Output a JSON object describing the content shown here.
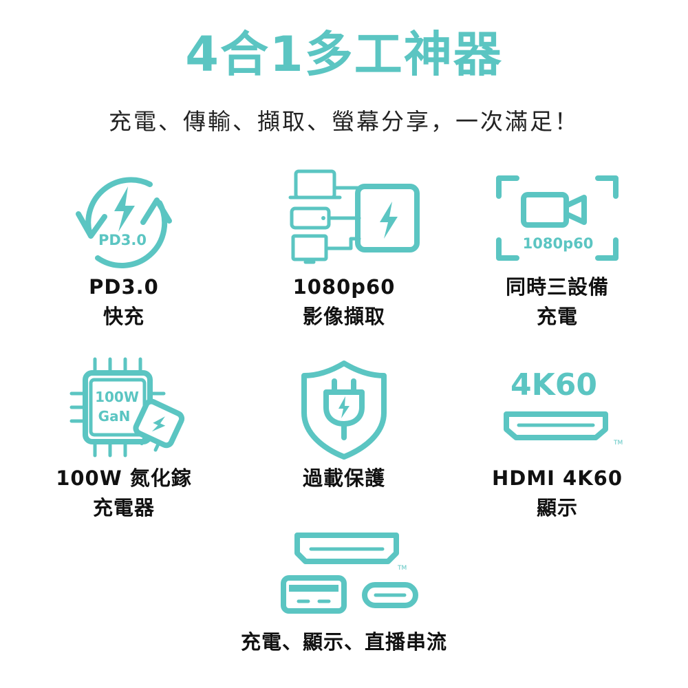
{
  "header": {
    "title": "4合1多工神器",
    "subtitle": "充電、傳輸、擷取、螢幕分享，一次滿足！"
  },
  "features": [
    {
      "icon": "pd-fast-charge-icon",
      "icon_text": "PD3.0",
      "line1": "PD3.0",
      "line2": "快充"
    },
    {
      "icon": "device-charging-hub-icon",
      "line1": "1080p60",
      "line2": "影像擷取"
    },
    {
      "icon": "video-camera-capture-icon",
      "icon_text": "1080p60",
      "line1": "同時三設備",
      "line2": "充電"
    },
    {
      "icon": "gan-chip-charger-icon",
      "icon_text1": "100W",
      "icon_text2": "GaN",
      "line1": "100W 氮化鎵",
      "line2": "充電器"
    },
    {
      "icon": "shield-plug-protection-icon",
      "line1": "過載保護",
      "line2": ""
    },
    {
      "icon": "hdmi-port-icon",
      "icon_text": "4K60",
      "icon_tm": "TM",
      "line1": "HDMI 4K60",
      "line2": "顯示"
    },
    {
      "icon": "ports-hdmi-usb-icon",
      "icon_tm": "TM",
      "line1": "充電、顯示、直播串流",
      "line2": ""
    }
  ],
  "colors": {
    "accent": "#5bc5c2",
    "text": "#111111"
  }
}
